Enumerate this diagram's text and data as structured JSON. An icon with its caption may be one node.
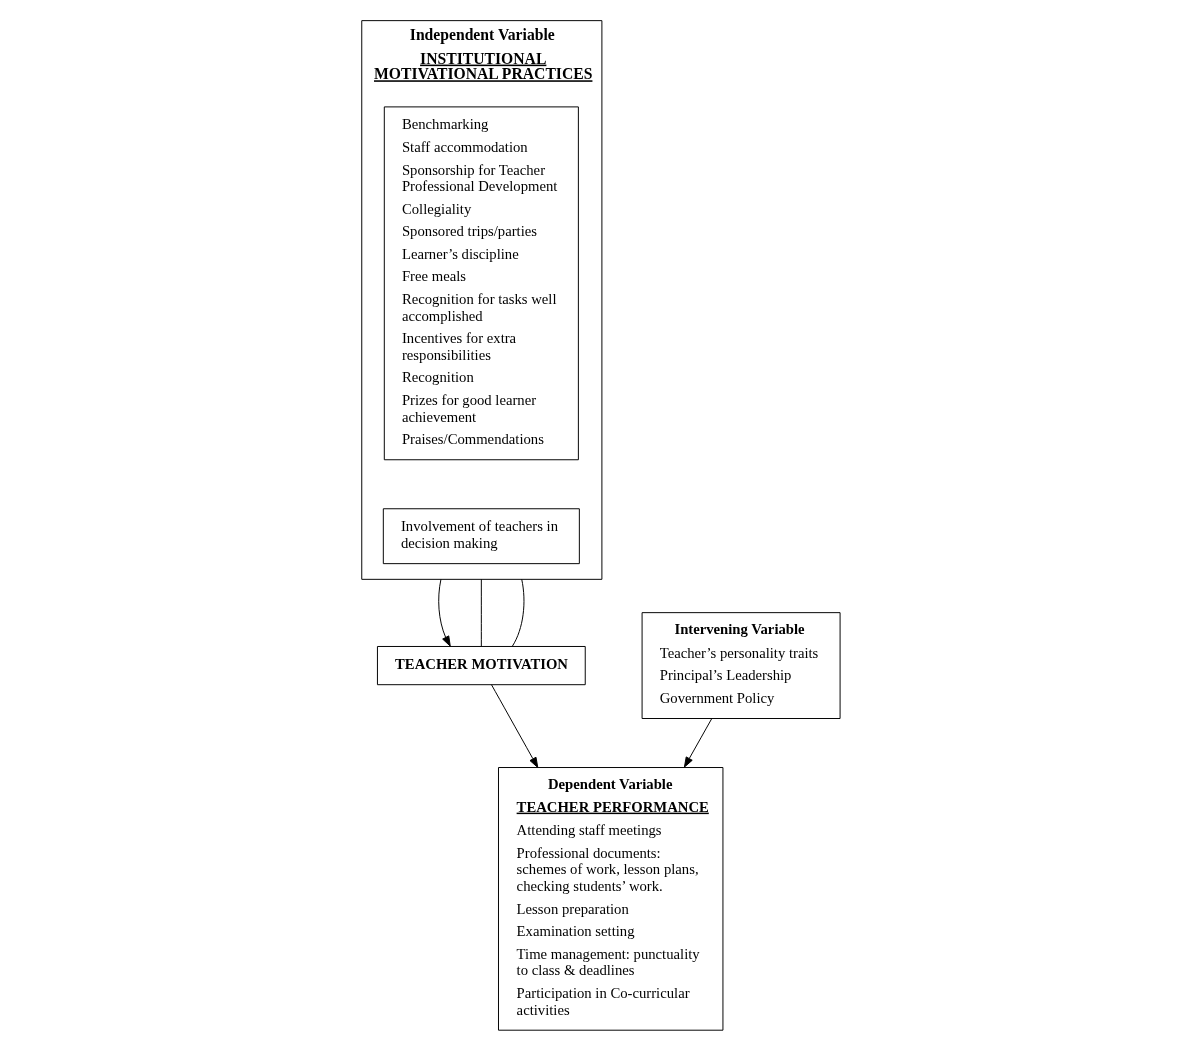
{
  "diagram": {
    "nodes": [
      {
        "text": [
          "Independent Variable",
          "INSTITUTIONAL MOTIVATIONAL PRACTICES"
        ]
      },
      {
        "text": [
          "Benchmarking",
          "Staff accommodation",
          "Sponsorship for Teacher Professional Development",
          "Collegiality",
          "Sponsored trips/parties",
          "Learner’s discipline",
          "Free meals",
          "Recognition for tasks well accomplished",
          "Incentives for extra responsibilities",
          "Recognition",
          "Prizes for good learner achievement",
          "Praises/Commendations"
        ],
        "in": 0
      },
      {
        "text": [
          "Involvement of teachers in decision making"
        ],
        "in": 0
      },
      {
        "text": [
          "Intervening Variable",
          "Teacher’s personality traits",
          "Principal’s Leadership",
          "Government Policy"
        ]
      },
      {
        "text": [
          "Dependent Variable",
          "TEACHER PERFORMANCE",
          "Attending staff meetings",
          "Professional documents: schemes of work, lesson plans, checking students’ work.",
          "Lesson preparation",
          "Examination setting",
          "Time management: punctuality to class & deadlines",
          "Participation in Co-curricular activities"
        ]
      },
      {
        "text": [
          "TEACHER MOTIVATION"
        ]
      }
    ],
    "edges": [
      {
        "from": 0,
        "to": 5,
        "arrow": "to"
      },
      {
        "from": 0,
        "to": 5,
        "arrow": "none"
      },
      {
        "from": 0,
        "to": 5,
        "arrow": "none"
      },
      {
        "from": 5,
        "to": 4,
        "arrow": "to"
      },
      {
        "from": 3,
        "to": 4,
        "arrow": "to"
      }
    ]
  }
}
